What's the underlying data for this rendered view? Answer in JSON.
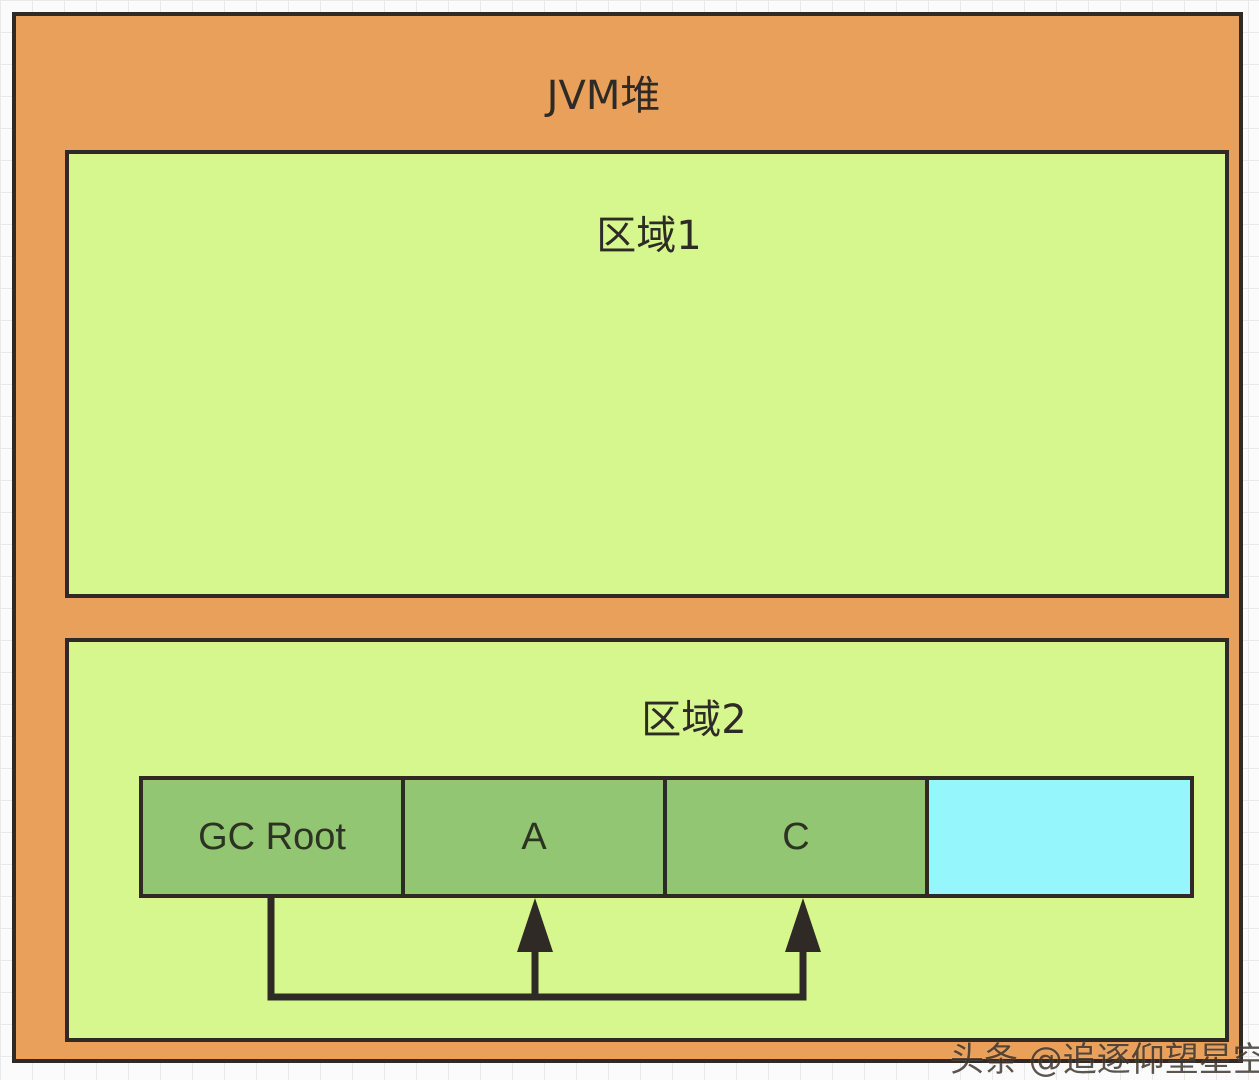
{
  "diagram": {
    "heap_label": "JVM堆",
    "region_1_label": "区域1",
    "region_2_label": "区域2",
    "objects": [
      {
        "label": "GC Root",
        "color": "#93c673"
      },
      {
        "label": "A",
        "color": "#93c673"
      },
      {
        "label": "C",
        "color": "#93c673"
      },
      {
        "label": "",
        "color": "#95f6fb"
      }
    ]
  },
  "watermark": "头条 @追逐仰望星空",
  "colors": {
    "heap": "#e8a05b",
    "region": "#d6f78d",
    "reference_object": "#93c673",
    "empty_object": "#95f6fb",
    "border": "#2f2a26"
  }
}
